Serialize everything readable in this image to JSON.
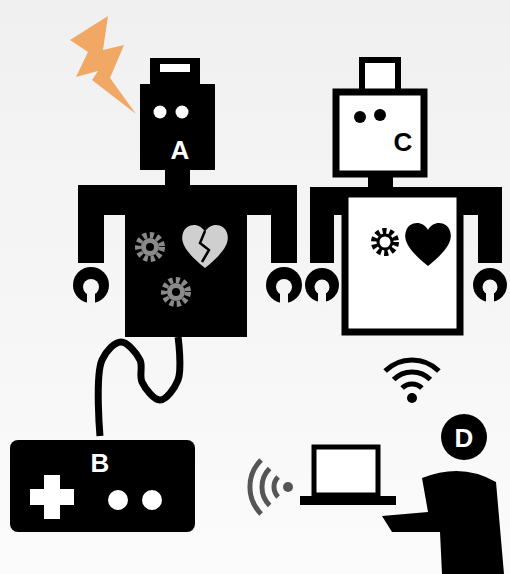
{
  "diagram": {
    "nodes": [
      {
        "text": [
          "A"
        ]
      },
      {
        "text": [
          "C"
        ]
      },
      {
        "text": [
          "B"
        ]
      },
      {
        "text": [
          "D"
        ]
      }
    ],
    "edges": [
      {
        "from": 0,
        "to": 2,
        "arrow": "none"
      }
    ]
  }
}
